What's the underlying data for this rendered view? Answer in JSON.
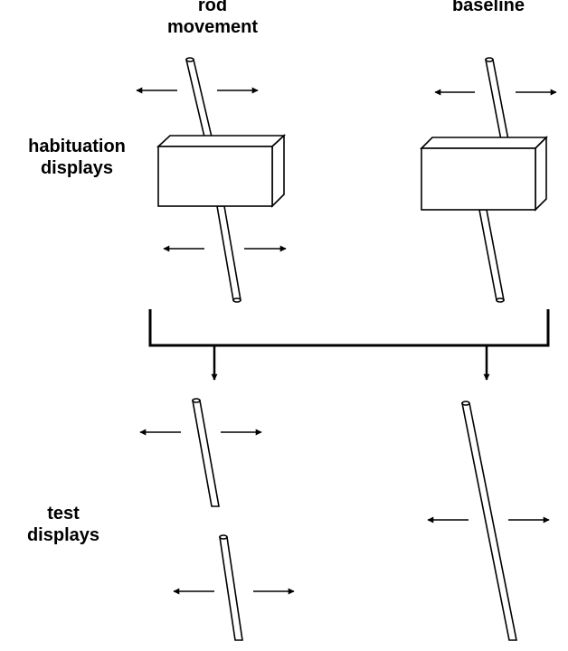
{
  "columns": {
    "left": [
      "rod",
      "movement"
    ],
    "right": "baseline"
  },
  "rows": {
    "top": [
      "habituation",
      "displays"
    ],
    "bottom": [
      "test",
      "displays"
    ]
  },
  "colors": {
    "stroke": "#000000",
    "fill": "#ffffff"
  }
}
